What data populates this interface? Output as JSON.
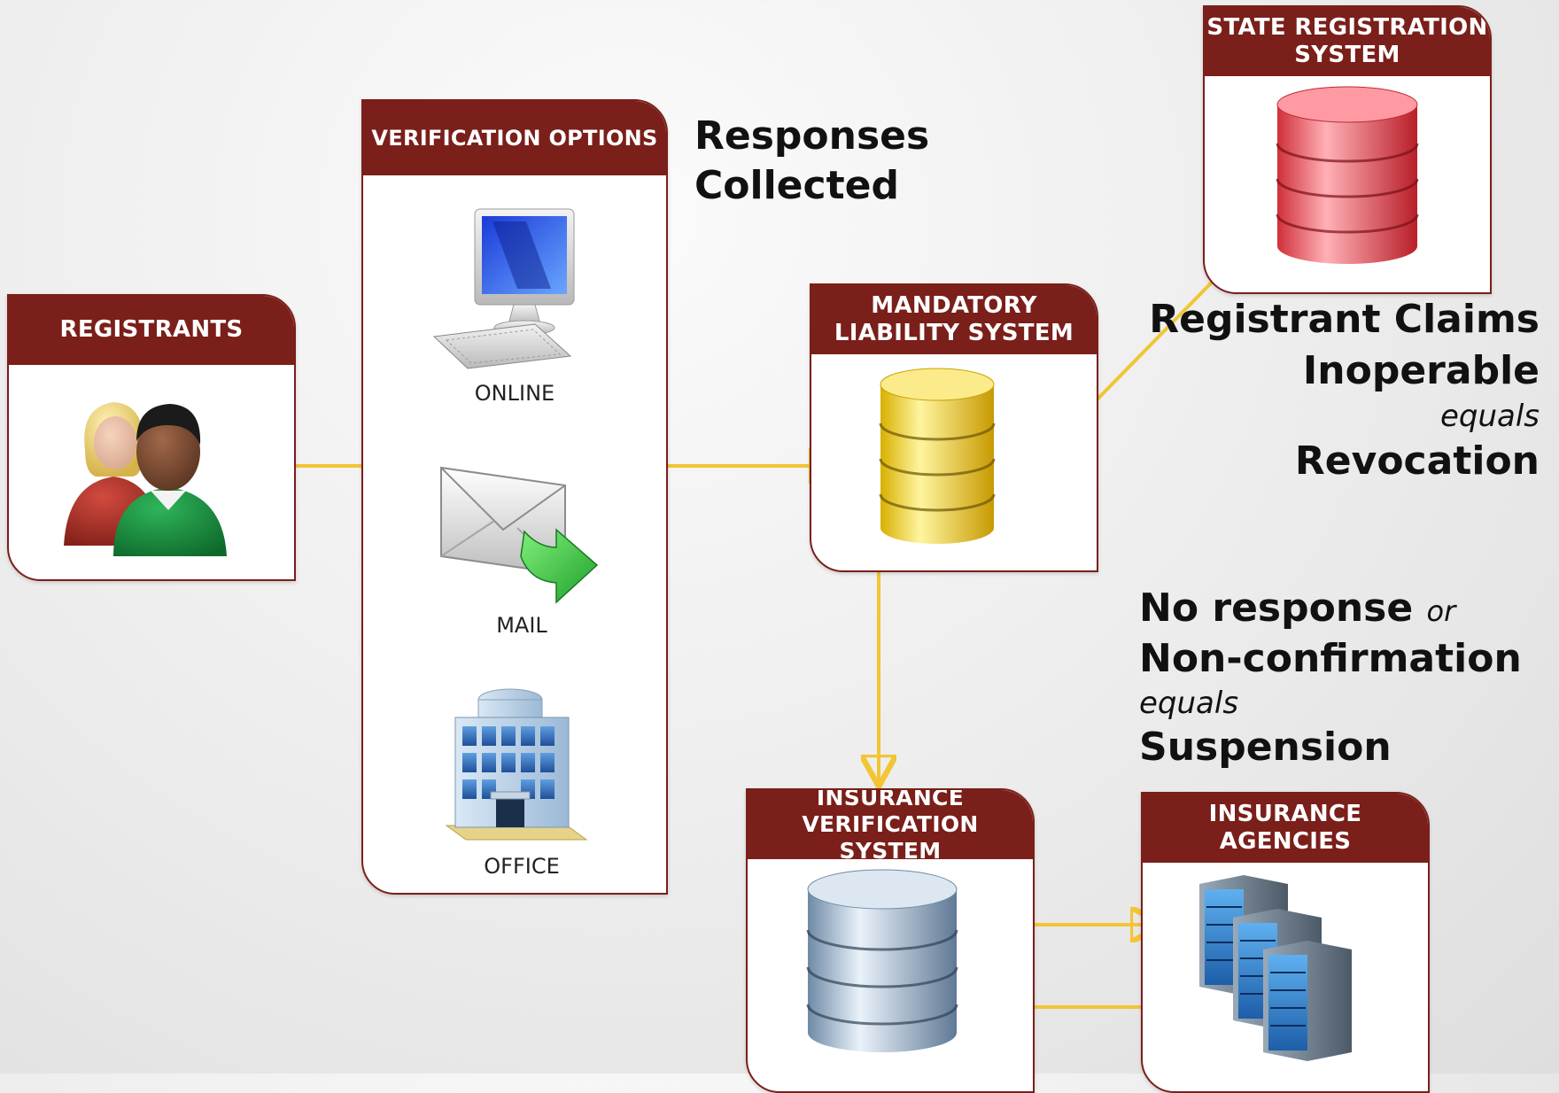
{
  "boxes": {
    "registrants": {
      "title": "REGISTRANTS"
    },
    "verification": {
      "title": "VERIFICATION OPTIONS",
      "online": "ONLINE",
      "mail": "MAIL",
      "office": "OFFICE"
    },
    "mandatory": {
      "title_line1": "MANDATORY",
      "title_line2": "LIABILITY SYSTEM"
    },
    "state": {
      "title_line1": "STATE REGISTRATION",
      "title_line2": "SYSTEM"
    },
    "ivs": {
      "title_line1": "INSURANCE",
      "title_line2": "VERIFICATION SYSTEM"
    },
    "agencies": {
      "title_line1": "INSURANCE",
      "title_line2": "AGENCIES"
    }
  },
  "notes": {
    "responses": {
      "line1": "Responses",
      "line2": "Collected"
    },
    "claims": {
      "line1": "Registrant Claims",
      "line2": "Inoperable",
      "line3": "equals",
      "line4": "Revocation"
    },
    "noresponse": {
      "line1a": "No response",
      "line1b": "or",
      "line2": "Non-confirmation",
      "line3": "equals",
      "line4": "Suspension"
    }
  },
  "colors": {
    "header": "#7a1f1a",
    "arrow": "#f2c535",
    "db_yellow": "#e8cf2a",
    "db_red": "#e0404a",
    "db_blue": "#9fb6cc"
  },
  "icons": {
    "registrants": "people-icon",
    "online": "computer-icon",
    "mail": "envelope-icon",
    "office": "office-building-icon",
    "mandatory": "database-icon",
    "state": "database-icon",
    "ivs": "database-icon",
    "agencies": "server-icon"
  }
}
